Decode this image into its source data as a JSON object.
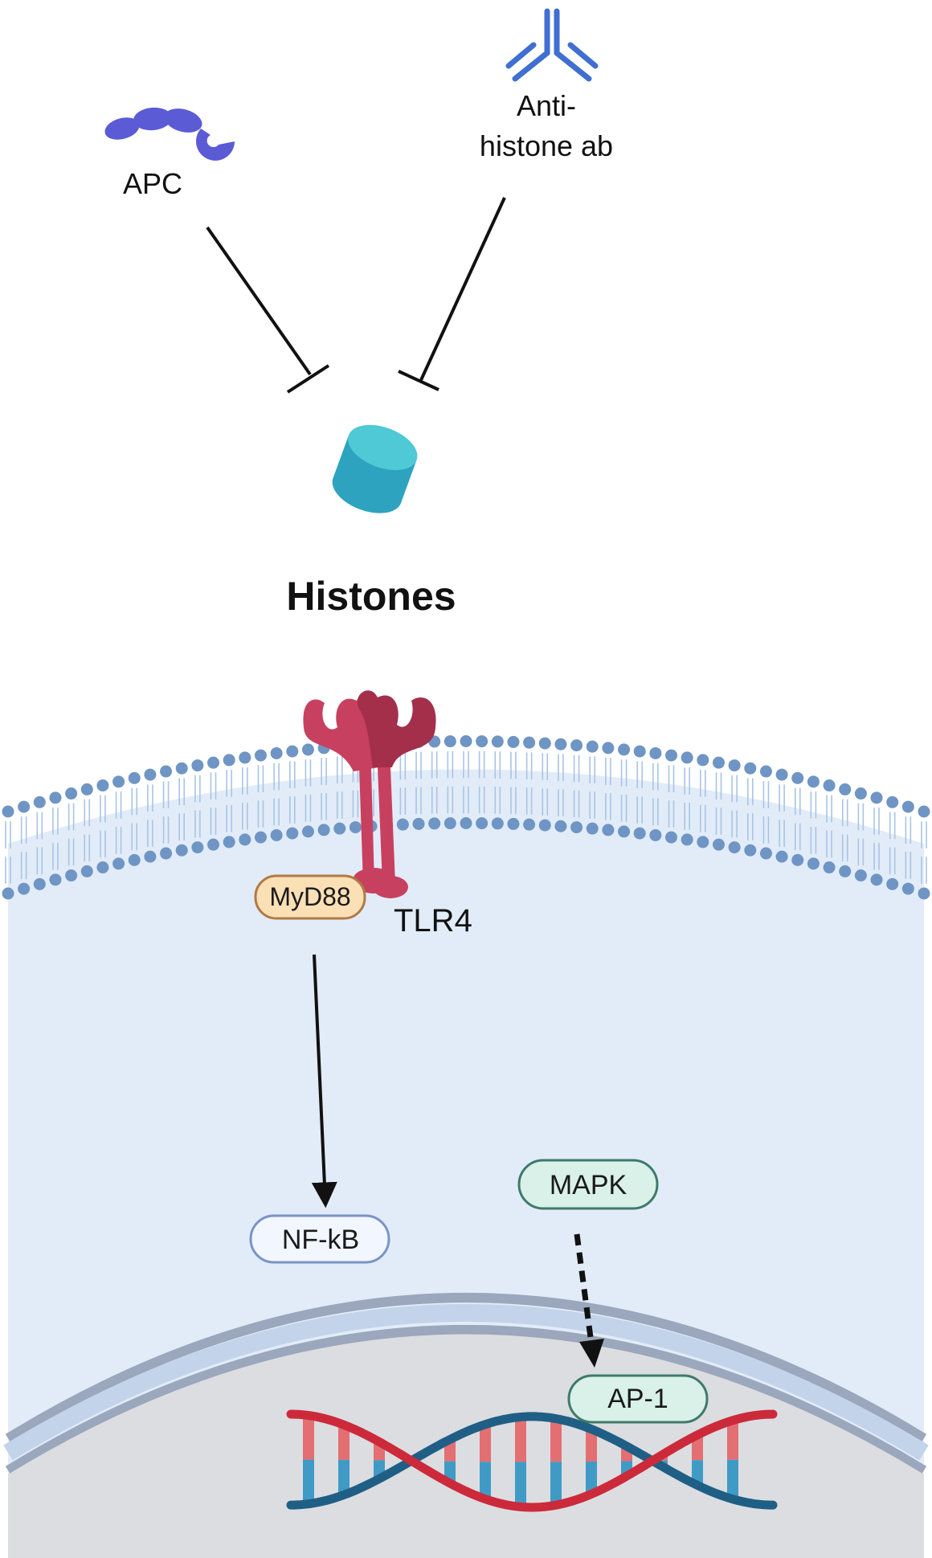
{
  "labels": {
    "apc": "APC",
    "anti_histone_line1": "Anti-",
    "anti_histone_line2": "histone ab",
    "histones": "Histones",
    "tlr4": "TLR4",
    "myd88": "MyD88",
    "nfkb": "NF-kB",
    "mapk": "MAPK",
    "ap1": "AP-1"
  },
  "colors": {
    "apc": "#5b5bd6",
    "antibody": "#3f6fd1",
    "histone_top": "#4fc9d6",
    "histone_side": "#2ea3bf",
    "tlr4": "#c8405f",
    "tlr4_dark": "#a32f4b",
    "membrane_head": "#6f95c5",
    "membrane_tail": "#a9c4e6",
    "cytoplasm": "#e2ecf8",
    "nuclear_envelope": "#9aa7bc",
    "nucleoplasm": "#dcdde0",
    "myd88_fill": "#fbe0b6",
    "myd88_stroke": "#b07a45",
    "nfkb_fill": "#f2f6ff",
    "nfkb_stroke": "#7a93c7",
    "mapk_fill": "#d9f1e8",
    "mapk_stroke": "#3e7a6a",
    "dna_red": "#cc2a3b",
    "dna_blue": "#1f5f86",
    "base_red": "#e36f73",
    "base_blue": "#3f9bc6"
  },
  "icons": [
    "apc-enzyme-icon",
    "antibody-icon",
    "histone-icon",
    "tlr4-receptor-icon",
    "dna-helix-icon"
  ]
}
